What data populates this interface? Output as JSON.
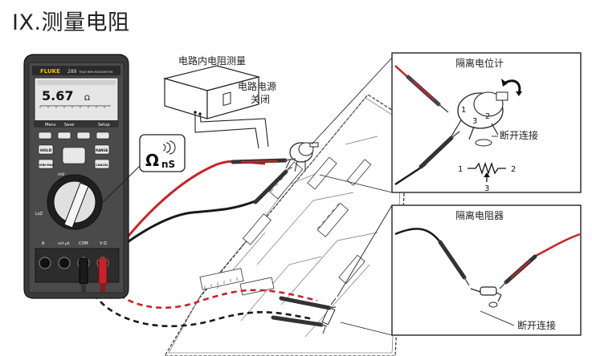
{
  "title": "IX.测量电阻",
  "meter": {
    "brand": "FLUKE",
    "model": "289",
    "subtitle": "TRUE RMS MULTIMETER",
    "reading": "5.67",
    "reading_unit": "Ω",
    "softkeys": [
      "Menu",
      "Save",
      "",
      "Setup"
    ],
    "btn_hold": "HOLD",
    "btn_minmax": "MIN MAX",
    "btn_range": "RANGE",
    "btn_cancel": "CANCEL",
    "dial_loz": "LoZ",
    "dial_mv": "mV",
    "jack_a": "A",
    "jack_ma": "mA μA",
    "jack_com": "COM",
    "jack_v": "V Ω",
    "callout_ohm": "Ω",
    "callout_ns": "nS"
  },
  "labels": {
    "in_circuit": "电路内电阻测量",
    "power_off_line1": "电路电源",
    "power_off_line2": "关闭",
    "pot_title": "隔离电位计",
    "disconnect": "断开连接",
    "pin1": "1",
    "pin2": "2",
    "pin3": "3",
    "res_title": "隔离电阻器",
    "disconnect2": "断开连接"
  },
  "colors": {
    "lead_red": "#c8232b",
    "lead_black": "#1a1a1a",
    "meter_body": "#3a3a3a",
    "display_bg": "#f4f4f4"
  }
}
